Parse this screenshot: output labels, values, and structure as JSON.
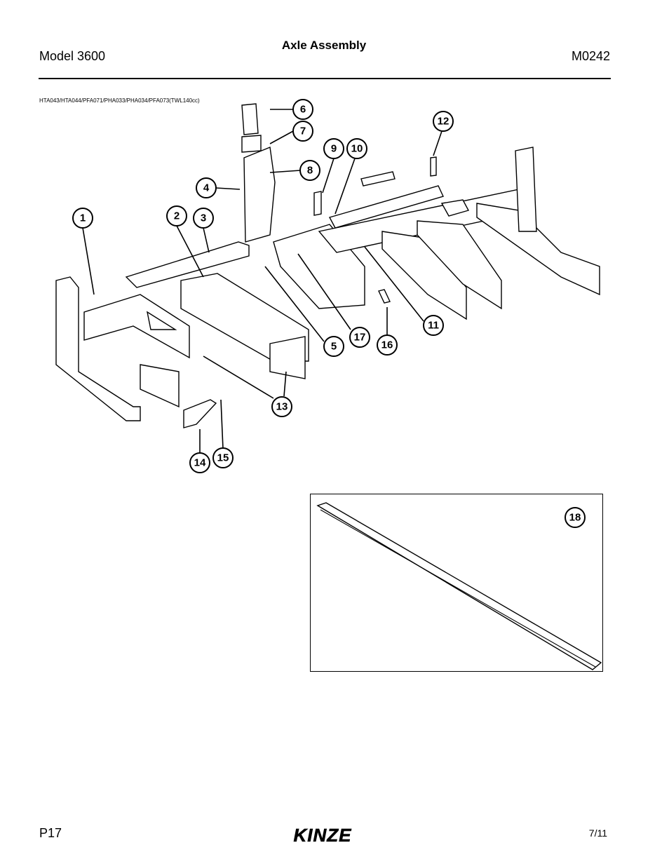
{
  "header": {
    "model": "Model 3600",
    "title": "Axle Assembly",
    "doc_number": "M0242"
  },
  "part_codes": "HTA043/HTA044/PFA071/PHA033/PHA034/PFA073(TWL140cc)",
  "callouts": [
    "1",
    "2",
    "3",
    "4",
    "5",
    "6",
    "7",
    "8",
    "9",
    "10",
    "11",
    "12",
    "13",
    "14",
    "15",
    "16",
    "17"
  ],
  "inset_callout": "18",
  "footer": {
    "page": "P17",
    "brand": "KINZE",
    "date": "7/11"
  }
}
